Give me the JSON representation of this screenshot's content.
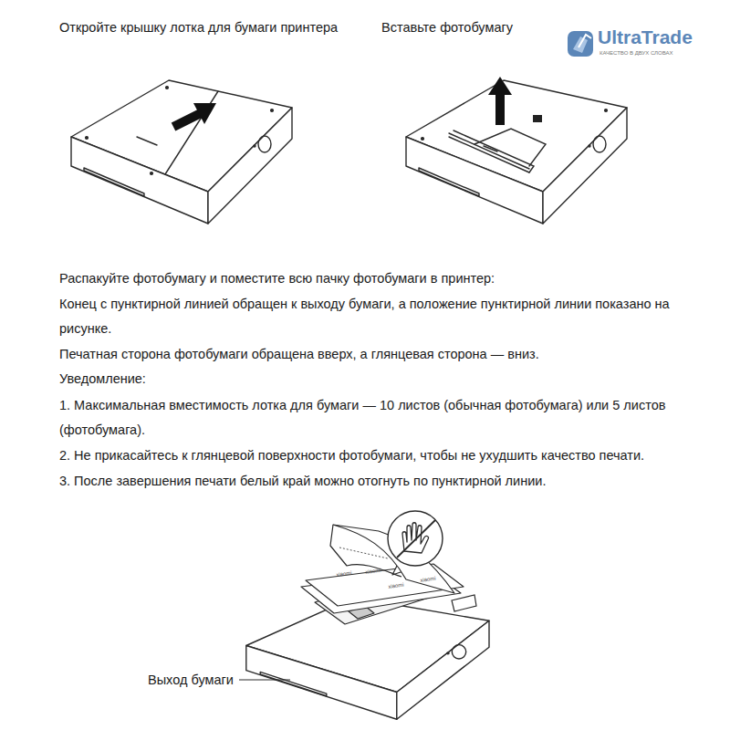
{
  "diagram": {
    "labels": [
      "Откройте крышку лотка для бумаги принтера",
      "Вставьте фотобумагу",
      "UltraTrade",
      "КАЧЕСТВО В ДВУХ СЛОВАХ",
      "Распакуйте фотобумагу и поместите всю пачку фотобумаги в принтер:",
      "Конец с пунктирной линией обращен к выходу бумаги, а положение пунктирной линии показано на рисунке.",
      "Печатная сторона фотобумаги обращена вверх, а глянцевая сторона — вниз.",
      "Уведомление:",
      "1. Максимальная вместимость лотка для бумаги — 10 листов (обычная фотобумага) или 5 листов (фотобумага).",
      "2. Не прикасайтесь к глянцевой поверхности фотобумаги, чтобы не ухудшить качество печати.",
      "3. После завершения печати белый край можно отогнуть по пунктирной линии.",
      "xiaomi",
      "xiaomi",
      "xiaomi",
      "xiaomi",
      "Выход бумаги"
    ]
  }
}
